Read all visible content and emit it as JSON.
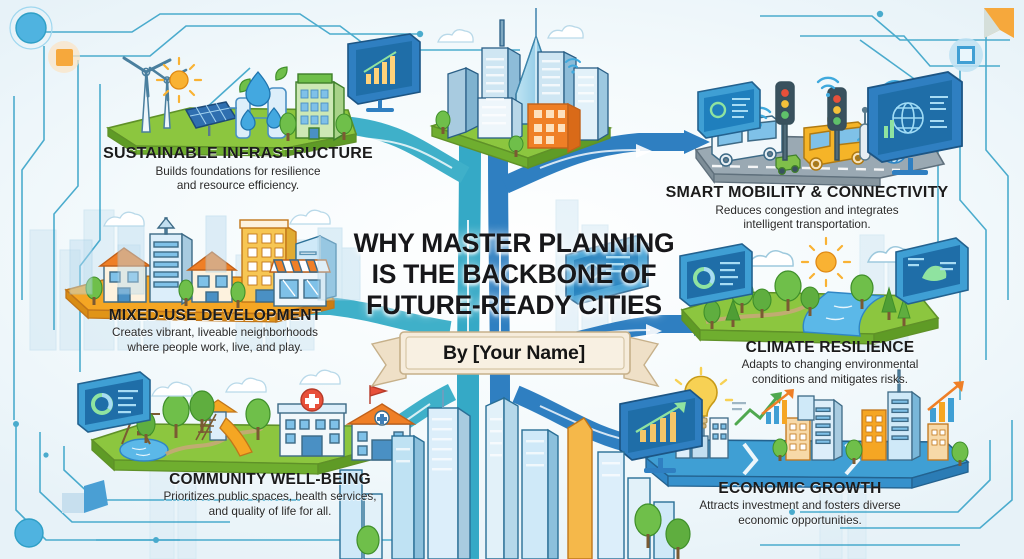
{
  "headline": {
    "line1": "WHY MASTER PLANNING",
    "line2": "IS THE BACKBONE OF",
    "line3": "FUTURE-READY CITIES"
  },
  "banner": {
    "byline": "By [Your Name]"
  },
  "nodes": [
    {
      "id": "sustainable-infrastructure",
      "title": "SUSTAINABLE INFRASTRUCTURE",
      "desc_line1": "Builds foundations for resilience",
      "desc_line2": "and resource efficiency.",
      "platform_color": "#7ab648",
      "icons": [
        "wind-turbine-icon",
        "sun-icon",
        "solar-panel-icon",
        "water-drop-icon",
        "pipe-icon",
        "leaf-icon",
        "green-building-icon",
        "tree-icon",
        "monitor-chart-icon"
      ]
    },
    {
      "id": "smart-mobility-connectivity",
      "title": "SMART MOBILITY & CONNECTIVITY",
      "desc_line1": "Reduces congestion and integrates",
      "desc_line2": "intelligent transportation.",
      "platform_color": "#90a4ae",
      "icons": [
        "bus-icon",
        "traffic-light-icon",
        "wifi-signal-icon",
        "monitor-globe-icon",
        "tablet-dashboard-icon",
        "antenna-icon",
        "globe-icon",
        "car-icon"
      ]
    },
    {
      "id": "mixed-use-development",
      "title": "MIXED-USE DEVELOPMENT",
      "desc_line1": "Creates vibrant, liveable neighborhoods",
      "desc_line2": "where people work, live, and play.",
      "platform_color": "#f5a623",
      "icons": [
        "house-icon",
        "apartment-icon",
        "office-tower-icon",
        "shop-awning-icon",
        "tree-icon",
        "cloud-icon"
      ]
    },
    {
      "id": "climate-resilience",
      "title": "CLIMATE RESILIENCE",
      "desc_line1": "Adapts to changing environmental",
      "desc_line2": "conditions and mitigates risks.",
      "platform_color": "#6abf4b",
      "icons": [
        "tree-icon",
        "river-icon",
        "sun-icon",
        "cloud-icon",
        "monitor-donut-chart-icon",
        "monitor-map-icon"
      ]
    },
    {
      "id": "community-well-being",
      "title": "COMMUNITY WELL-BEING",
      "desc_line1": "Prioritizes public spaces, health services,",
      "desc_line2": "and quality of life for all.",
      "platform_color": "#6abf4b",
      "icons": [
        "playground-slide-icon",
        "swing-icon",
        "pond-icon",
        "hospital-cross-icon",
        "school-flag-icon",
        "tree-icon",
        "monitor-donut-chart-icon",
        "cloud-icon"
      ]
    },
    {
      "id": "economic-growth",
      "title": "ECONOMIC GROWTH",
      "desc_line1": "Attracts investment and fosters diverse",
      "desc_line2": "economic opportunities.",
      "platform_color": "#2f86c5",
      "icons": [
        "monitor-growth-chart-icon",
        "lightbulb-icon",
        "upward-arrow-icon",
        "bar-chart-icon",
        "building-cluster-icon",
        "tree-icon",
        "chevron-icon"
      ]
    }
  ],
  "center": {
    "label": "central-city-skyline",
    "accent_building_color": "#ef7f26",
    "tower_color": "#4aa8d8"
  },
  "palette": {
    "background": "#f2f8fb",
    "teal_path": "#3fb0c9",
    "blue_path": "#2f7fc1",
    "circuit_line": "#2b9ac4",
    "node_dot": "#3fa9dd",
    "accent_orange": "#f6a83c",
    "banner_fill": "#f5e9d6",
    "title_text": "#1b1b1b"
  },
  "decorations": [
    {
      "name": "circuit-corner-top-left",
      "dot": "blue-circle-node",
      "chip": "orange-square-node"
    },
    {
      "name": "circuit-corner-top-right",
      "dot": "blue-dot-node",
      "chip": "orange-corner-shape"
    },
    {
      "name": "circuit-corner-bottom-left",
      "dot": "blue-circle-node",
      "chip": "blue-polygon-shape"
    },
    {
      "name": "circuit-corner-bottom-right",
      "dot": "blue-dot-node"
    }
  ]
}
